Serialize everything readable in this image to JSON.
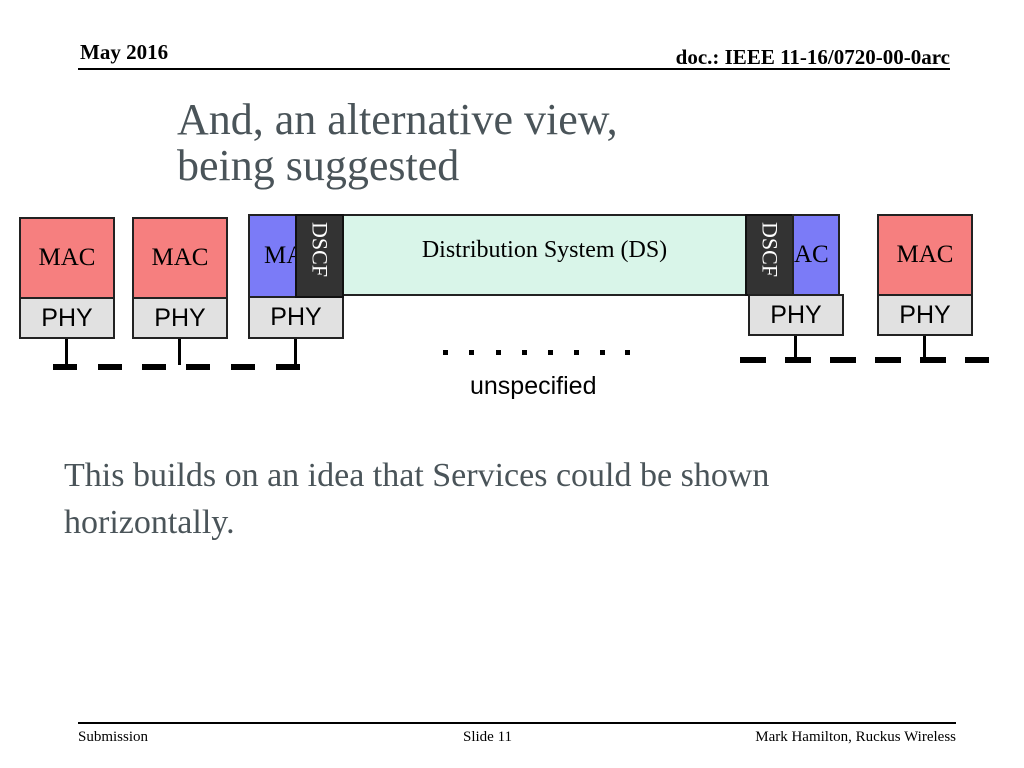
{
  "header": {
    "date": "May 2016",
    "doc_id": "doc.: IEEE 11-16/0720-00-0arc"
  },
  "title": {
    "line1": "And, an alternative view,",
    "line2": "being suggested"
  },
  "diagram": {
    "mac_label": "MAC",
    "phy_label": "PHY",
    "mac_partial_left": "MA",
    "mac_partial_right": "AC",
    "dscf_label": "DSCF",
    "ds_label": "Distribution System (DS)",
    "unspecified_label": "unspecified"
  },
  "body": {
    "text": "This builds on an idea that Services could be shown horizontally."
  },
  "footer": {
    "left": "Submission",
    "center": "Slide 11",
    "right": "Mark Hamilton, Ruckus Wireless"
  },
  "colors": {
    "mac": "#f67f7f",
    "mac_ap": "#7b7bf7",
    "phy": "#e1e1e1",
    "ds": "#d9f5e9",
    "dscf": "#333333",
    "text_gray": "#4a5459"
  }
}
